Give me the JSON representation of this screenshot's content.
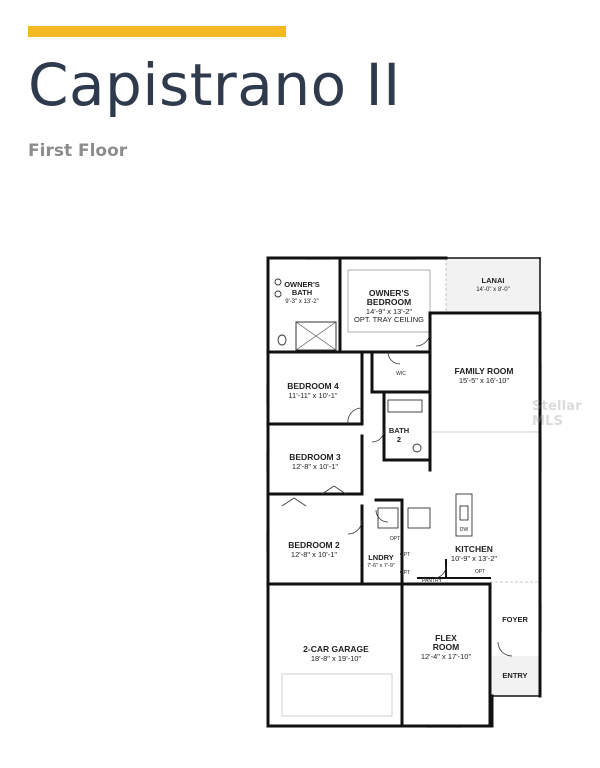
{
  "header": {
    "title": "Capistrano II",
    "subtitle": "First Floor"
  },
  "colors": {
    "accent": "#f4b824",
    "title": "#2f3a4c",
    "subtitle": "#8c8c8c",
    "wall": "#111111",
    "porch_fill": "#f2f2f2",
    "watermark": "#9a9a9a"
  },
  "rooms": {
    "owners_bath": {
      "name_line1": "OWNER'S",
      "name_line2": "BATH",
      "dims": "9'-3\" x 13'-2\""
    },
    "owners_bedroom": {
      "name_line1": "OWNER'S",
      "name_line2": "BEDROOM",
      "dims": "14'-9\" x 13'-2\"",
      "note": "OPT. TRAY CEILING"
    },
    "lanai": {
      "name": "LANAI",
      "dims": "14'-0\" x 8'-0\""
    },
    "wic": {
      "name": "WIC"
    },
    "family_room": {
      "name": "FAMILY ROOM",
      "dims": "15'-5\" x 16'-10\""
    },
    "bedroom_4": {
      "name": "BEDROOM 4",
      "dims": "11'-11\" x 10'-1\""
    },
    "bath_2": {
      "name_line1": "BATH",
      "name_line2": "2"
    },
    "bedroom_3": {
      "name": "BEDROOM 3",
      "dims": "12'-8\" x 10'-1\""
    },
    "bedroom_2": {
      "name": "BEDROOM 2",
      "dims": "12'-8\" x 10'-1\""
    },
    "laundry": {
      "name": "LNDRY",
      "dims": "7'-6\" x 7'-9\""
    },
    "kitchen": {
      "name": "KITCHEN",
      "dims": "10'-9\" x 13'-2\""
    },
    "pantry": {
      "name": "PANTRY"
    },
    "garage": {
      "name": "2-CAR GARAGE",
      "dims": "18'-8\" x 19'-10\""
    },
    "flex_room": {
      "name_line1": "FLEX",
      "name_line2": "ROOM",
      "dims": "12'-4\" x 17'-10\""
    },
    "foyer": {
      "name": "FOYER"
    },
    "entry": {
      "name": "ENTRY"
    }
  },
  "fixtures": {
    "opt": "OPT",
    "dw": "DW"
  },
  "watermark": "Stellar MLS"
}
